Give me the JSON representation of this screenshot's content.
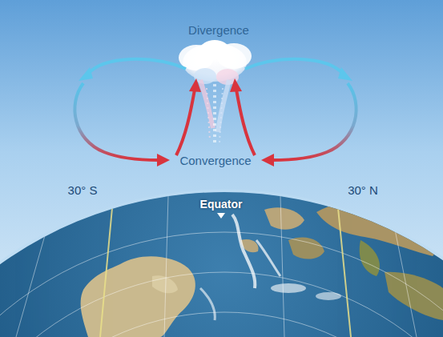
{
  "diagram": {
    "labels": [
      "Divergence",
      "Convergence",
      "30° S",
      "30° N",
      "Equator"
    ]
  }
}
